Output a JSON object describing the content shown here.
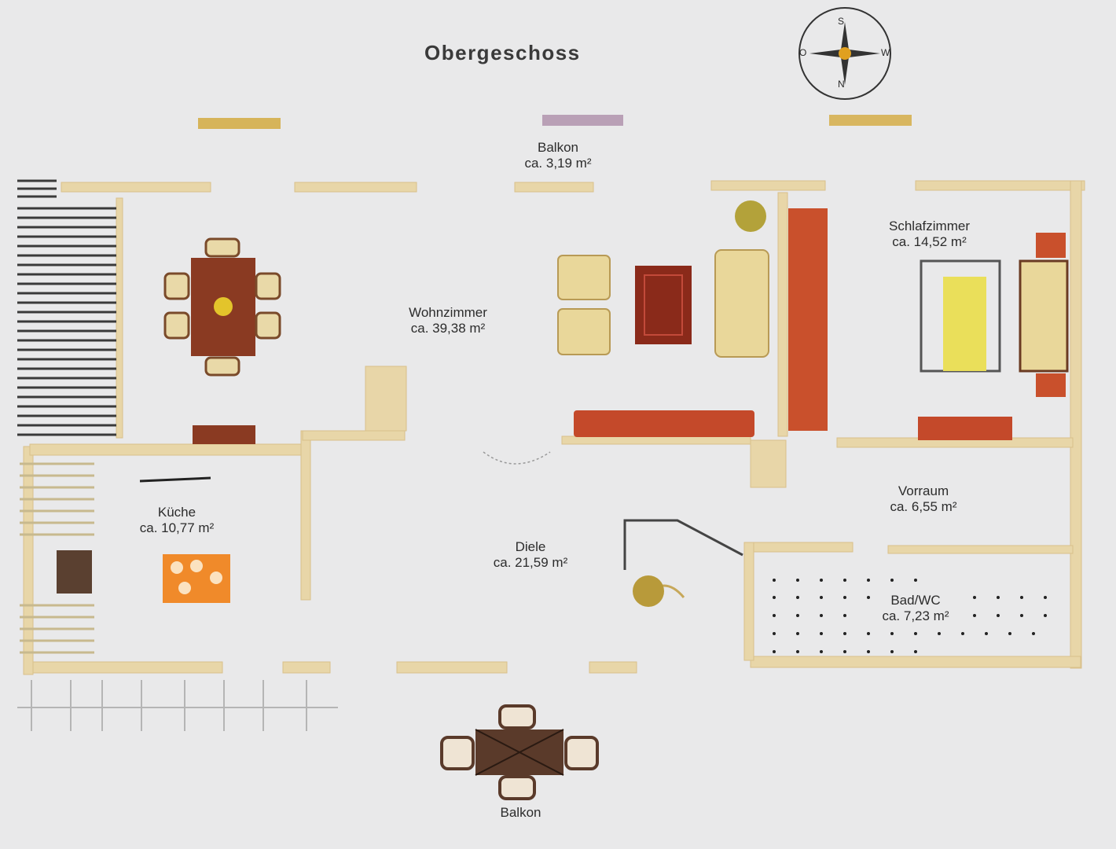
{
  "plan": {
    "title": "Obergeschoss",
    "compass": {
      "n": "N",
      "s": "S",
      "o": "O",
      "w": "W"
    },
    "rooms": [
      {
        "id": "balkon-top",
        "name": "Balkon",
        "area": "ca. 3,19 m²"
      },
      {
        "id": "wohnzimmer",
        "name": "Wohnzimmer",
        "area": "ca. 39,38 m²"
      },
      {
        "id": "schlafzimmer",
        "name": "Schlafzimmer",
        "area": "ca. 14,52 m²"
      },
      {
        "id": "kueche",
        "name": "Küche",
        "area": "ca. 10,77 m²"
      },
      {
        "id": "diele",
        "name": "Diele",
        "area": "ca. 21,59 m²"
      },
      {
        "id": "vorraum",
        "name": "Vorraum",
        "area": "ca. 6,55 m²"
      },
      {
        "id": "bad",
        "name": "Bad/WC",
        "area": "ca. 7,23 m²"
      },
      {
        "id": "balkon-bottom",
        "name": "Balkon",
        "area": ""
      }
    ],
    "colors": {
      "wall": "#e8d6a8",
      "furniture_dark": "#8a3a22",
      "furniture_red": "#c9502c",
      "sofa": "#e9d79a",
      "bed": "#eadf5a",
      "kitchen_table": "#f08a2a"
    }
  }
}
